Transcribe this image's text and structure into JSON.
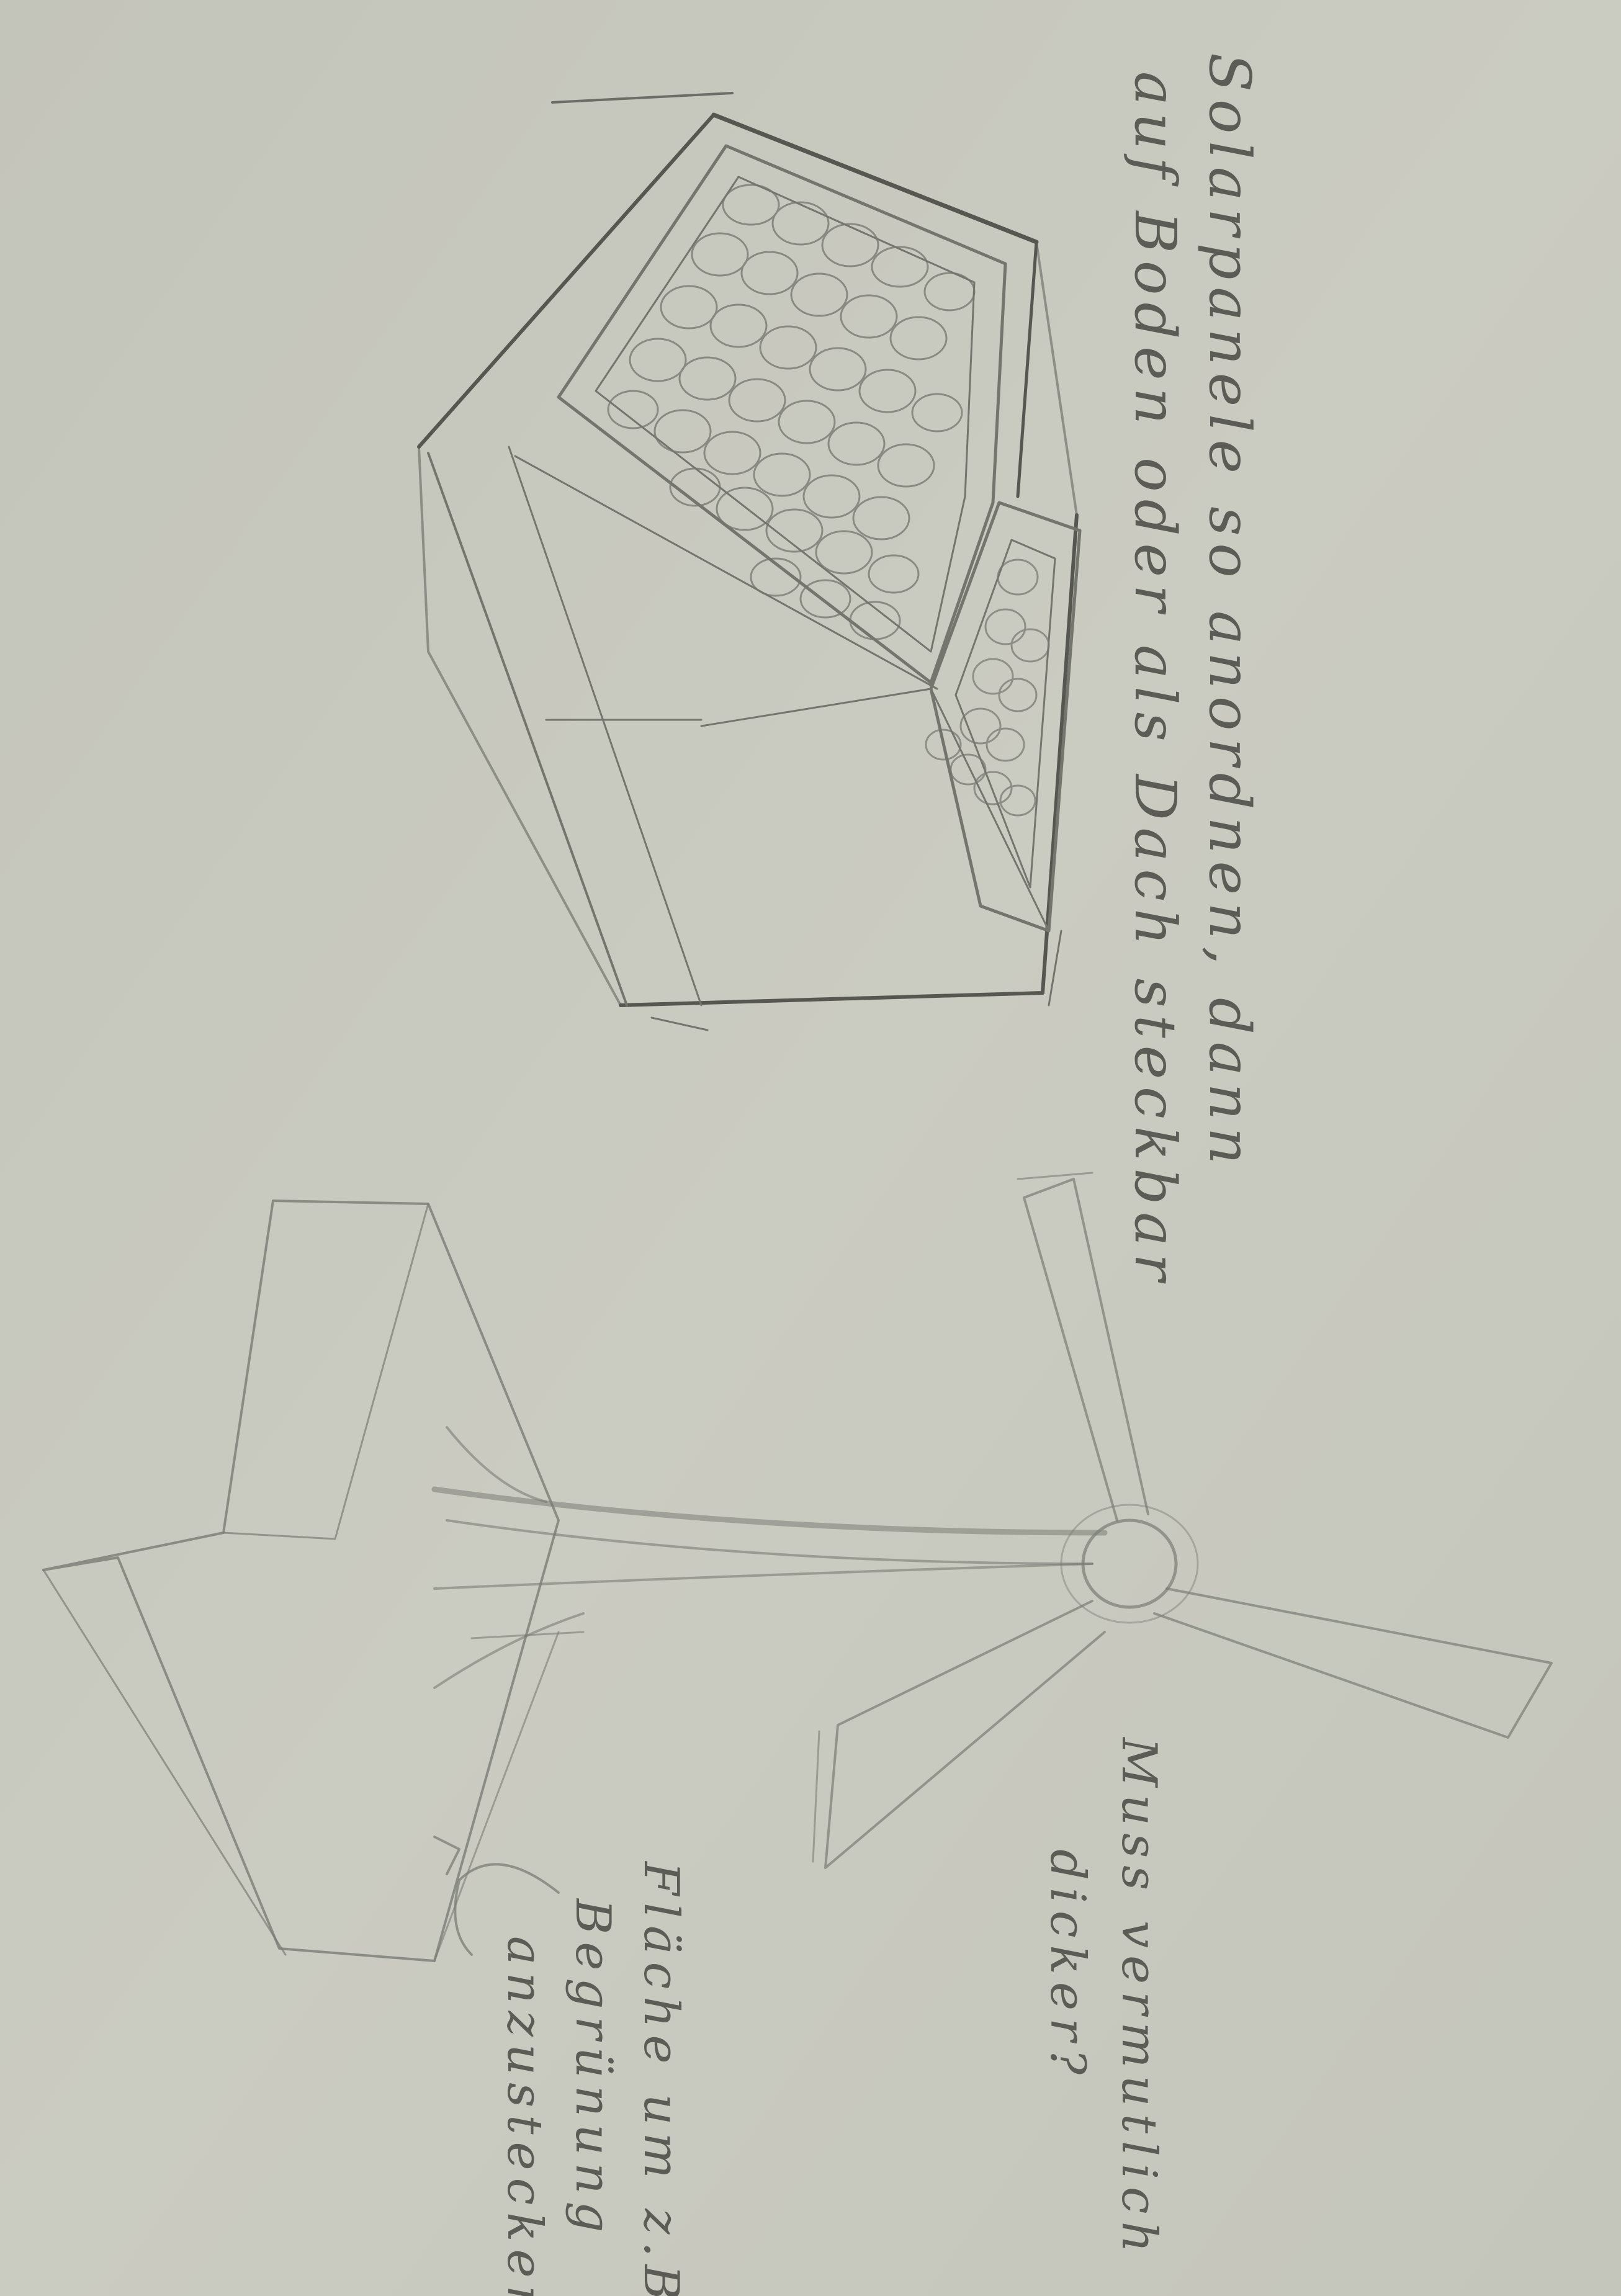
{
  "notes": {
    "solar_line1": "Solarpanele so anordnen, dann",
    "solar_line2": "auf Boden oder als Dach steckbar",
    "thicker_line1": "Muss vermutlich",
    "thicker_line2": "dicker?",
    "area_line1": "Fläche um z.B.",
    "area_line2": "Begrünung",
    "area_line3": "anzustecken?"
  },
  "colors": {
    "paper": "#c6c7bd",
    "pencil": "#6a6c64"
  }
}
